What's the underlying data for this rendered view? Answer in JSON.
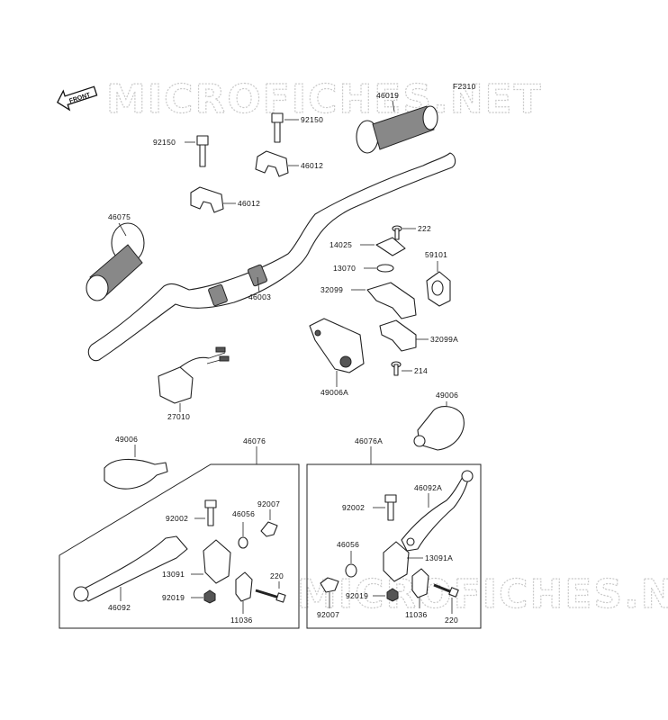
{
  "watermark": "MICROFICHES.NET",
  "figure_code": "F2310",
  "front_label": "FRONT",
  "parts": {
    "p46019": "46019",
    "p92150a": "92150",
    "p92150b": "92150",
    "p46012a": "46012",
    "p46012b": "46012",
    "p46075": "46075",
    "p46003": "46003",
    "p222": "222",
    "p14025": "14025",
    "p59101": "59101",
    "p13070": "13070",
    "p32099": "32099",
    "p32099A": "32099A",
    "p214": "214",
    "p49006A": "49006A",
    "p49006r": "49006",
    "p27010": "27010",
    "p49006l": "49006",
    "p46076": "46076",
    "p46076A": "46076A",
    "l92002": "92002",
    "l92007": "92007",
    "l46056": "46056",
    "l13091": "13091",
    "l220": "220",
    "l92019": "92019",
    "l46092": "46092",
    "l11036": "11036",
    "r92002": "92002",
    "r46092A": "46092A",
    "r46056": "46056",
    "r13091A": "13091A",
    "r92019": "92019",
    "r92007": "92007",
    "r11036": "11036",
    "r220": "220"
  }
}
